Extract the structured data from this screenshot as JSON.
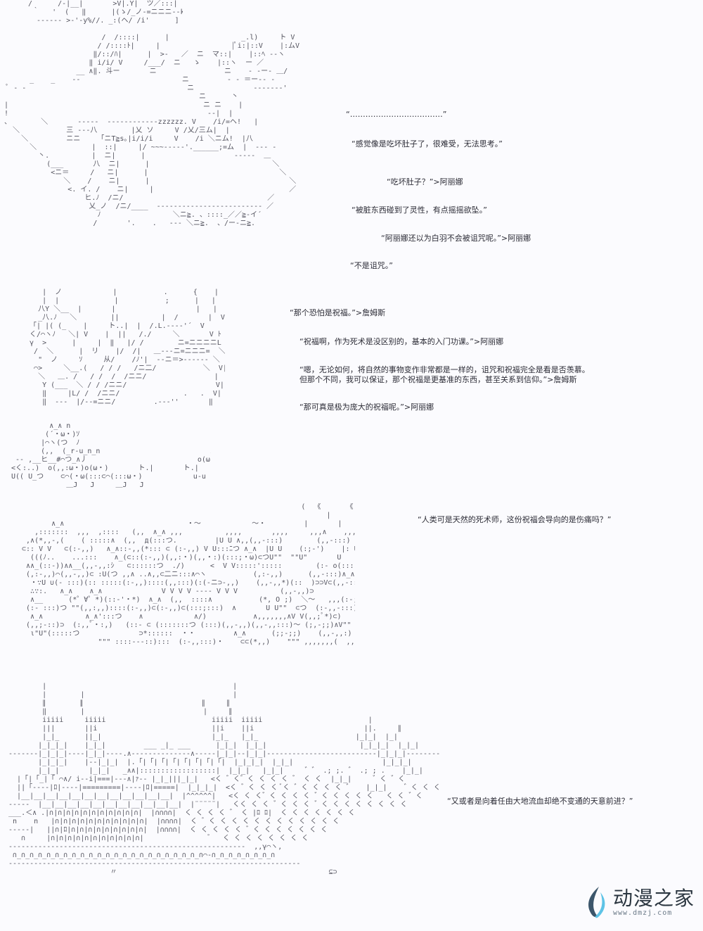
{
  "dialogue": [
    {
      "id": "l1",
      "text": "“………………………………”"
    },
    {
      "id": "l2",
      "text": "“感觉像是吃坏肚子了，很难受，无法思考。”"
    },
    {
      "id": "l3",
      "text": "“吃坏肚子？”>阿丽娜"
    },
    {
      "id": "l4",
      "text": "“被脏东西碰到了灵性，有点摇摇欲坠。”"
    },
    {
      "id": "l5",
      "text": "“阿丽娜还以为白羽不会被诅咒呢。”>阿丽娜"
    },
    {
      "id": "l6",
      "text": "“不是诅咒。”"
    },
    {
      "id": "l7",
      "text": "“那个恐怕是祝福。”>詹姆斯"
    },
    {
      "id": "l8",
      "text": "“祝福啊，作为死术是没区别的，基本的入门功课。”>阿丽娜"
    },
    {
      "id": "l9",
      "text": "“嗯，无论如何，将自然的事物变作非常都是一样的，诅咒和祝福完全是看是否羡慕。"
    },
    {
      "id": "l10",
      "text": "但那个不同，我可以保证，那个祝福是更基准的东西，甚至关系到信仰。”>詹姆斯"
    },
    {
      "id": "l11",
      "text": "“那可真是极为庞大的祝福呢。”>阿丽娜"
    },
    {
      "id": "l12",
      "text": "“人类可是天然的死术师，这份祝福会导向的是伤痛吗？”"
    },
    {
      "id": "l13",
      "text": "“又或者是向着任由大地流血却绝不变通的天意前进？”"
    }
  ],
  "watermark": {
    "title": "动漫之家",
    "url": "www.dmzj.com",
    "logo_icon": "flame-leaf-icon",
    "colors": {
      "logo_dark": "#3c566b",
      "logo_light": "#5ec3e6"
    }
  }
}
